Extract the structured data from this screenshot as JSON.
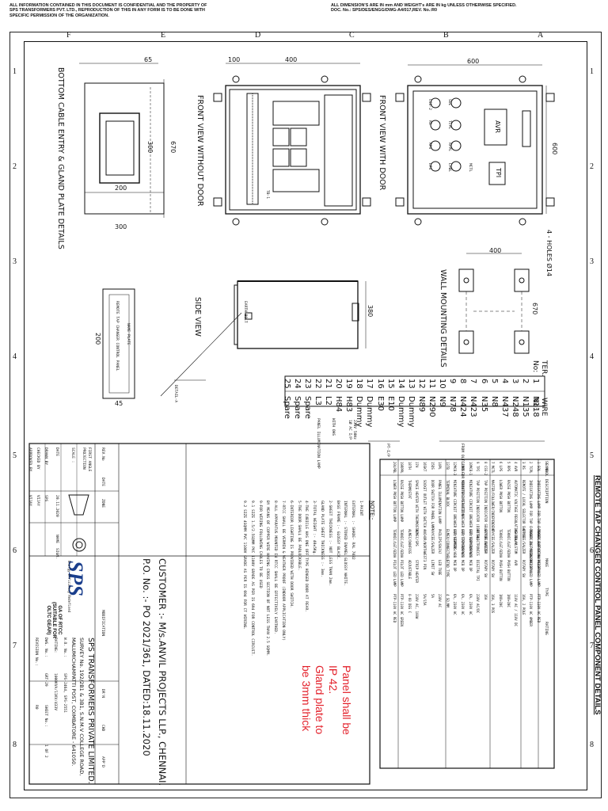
{
  "header": {
    "left": "ALL INFORMATION CONTAINED IN THIS DOCUMENT IS CONFIDENTIAL AND THE PROPERTY OF\nSPS TRANSFORMERS PVT. LTD., REPRODUCTION OF THIS IN ANY FORM IS TO BE DONE WITH\nSPECIFIC PERMISSION OF THE ORGANIZATION.",
    "right": "ALL DIMENSION'S ARE IN mm AND WEIGHT's ARE IN kg UNLESS OTHERWISE SPECIFIED.\nDOC. No.: SPS/DES/ENGG/DWG-A4/017,REV. No.:R0"
  },
  "zones": {
    "top": [
      "F",
      "E",
      "D",
      "C",
      "B",
      "A"
    ],
    "right": [
      "1",
      "2",
      "3",
      "4",
      "5",
      "6",
      "7",
      "8"
    ]
  },
  "views": {
    "gland": "BOTTOM CABLE ENTRY & GLAND PLATE DETAILS",
    "front_without_door": "FRONT VIEW WITHOUT DOOR",
    "front_with_door": "FRONT VIEW WITH DOOR",
    "side": "SIDE VIEW",
    "wall": "WALL MOUNTING DETAILS"
  },
  "dims": {
    "d65": "65",
    "d100": "100",
    "d400a": "400",
    "d600a": "600",
    "d670a": "670",
    "d300a": "300",
    "d200a": "200",
    "d300b": "300",
    "d600b": "600",
    "d400b": "400",
    "d670b": "670",
    "d200b": "200",
    "d45": "45",
    "d380": "380",
    "holes": "4 - HOLES Ø14"
  },
  "door_labels": {
    "css2": "CSS-2",
    "sol": "SOL",
    "tcpl": "TCPL",
    "rs": "RS",
    "rppl": "RPPL",
    "rps": "RPS",
    "lps": "LPS",
    "lpbl": "LPBL",
    "mctl": "MCTL",
    "avr": "AVR",
    "tpi": "TPI"
  },
  "terminals": {
    "header_ter": "TER.\nNo:",
    "header_wire": "WIRE\nNo:",
    "rows": [
      {
        "ter": "1",
        "wire": "N118"
      },
      {
        "ter": "2",
        "wire": "N135"
      },
      {
        "ter": "3",
        "wire": "N248"
      },
      {
        "ter": "4",
        "wire": "N437"
      },
      {
        "ter": "5",
        "wire": "N8"
      },
      {
        "ter": "6",
        "wire": "N35"
      },
      {
        "ter": "7",
        "wire": "N423"
      },
      {
        "ter": "8",
        "wire": "N424"
      },
      {
        "ter": "9",
        "wire": "N78"
      },
      {
        "ter": "10",
        "wire": "N9"
      },
      {
        "ter": "11",
        "wire": "N290"
      },
      {
        "ter": "12",
        "wire": "N89"
      },
      {
        "ter": "13",
        "wire": "Dummy"
      },
      {
        "ter": "14",
        "wire": "Dummy"
      },
      {
        "ter": "15",
        "wire": "E10"
      },
      {
        "ter": "16",
        "wire": "E30"
      },
      {
        "ter": "17",
        "wire": "Dummy"
      },
      {
        "ter": "18",
        "wire": "Dummy"
      },
      {
        "ter": "19",
        "wire": "H83"
      },
      {
        "ter": "20",
        "wire": "H84"
      },
      {
        "ter": "21",
        "wire": "L2"
      },
      {
        "ter": "22",
        "wire": "L3"
      },
      {
        "ter": "23",
        "wire": "Spare"
      },
      {
        "ter": "24",
        "wire": "Spare"
      },
      {
        "ter": "25",
        "wire": "Spare"
      }
    ],
    "group_remote": "FROM OLTC/DM FOR REMOTE OPERATION",
    "group_pt": "PT-I/P",
    "group_supply": "230V 50Hz\n1Ø AC I/P",
    "group_heater": "WITH OHS",
    "group_lamp": "PANEL ILLUMINATION LAMP"
  },
  "component_table": {
    "title": "REMOTE TAP CHANGER CONTROL PANEL COMPONENT DETAILS",
    "col_headers": [
      "SL.No.",
      "SYMBOL",
      "DESCRIPTION",
      "MAKE",
      "TYPE",
      "RATING"
    ],
    "rows": [
      [
        "1",
        "SOL",
        "INDICATING LAMP FOR TAP CHANGER SUPPLY ON",
        "TEKNIC/L&T/BINA/VAISHNO",
        "PILOT LED LAMP",
        "PTP-110V AC RED"
      ],
      [
        "2",
        "TCPL",
        "INDICATING LAMP FOR TAP CHANGER IN PROGRESS",
        "TEKNIC/L&T/BINA/VAISHNO",
        "PILOT LED LAMP",
        "PTP-110V AC AMBER"
      ],
      [
        "3",
        "RS",
        "REMOTE / LOCAL SELECTOR SWITCH",
        "KAYCEE/SALZER",
        "ROTARY SW",
        "16A, 2 POLE"
      ],
      [
        "4",
        "AVR",
        "AUTOMATIC VOLTAGE REGULATING RELAY",
        "ASHIDA/ALSTOM",
        "AVR",
        "110V AC / 110V DC"
      ],
      [
        "5",
        "RPS",
        "RAISE PUSH BUTTON",
        "TEKNIC/L&T/BINA",
        "PUSH BUTTON",
        "1NO+1NC"
      ],
      [
        "6",
        "LPS",
        "LOWER PUSH BUTTON",
        "TEKNIC/L&T/BINA",
        "PUSH BUTTON",
        "1NO+1NC"
      ],
      [
        "7",
        "MCTL",
        "MASTER/FOLLOWER/INDEPENDENT",
        "KAYCEE/SALZER",
        "ROTARY SW",
        "16A, 3 POS"
      ],
      [
        "8",
        "CSS-2",
        "TAP POSITION INDICATOR SELECTOR SWITCH",
        "KAYCEE/SALZER",
        "ROTARY SW",
        "16A"
      ],
      [
        "9",
        "TPI",
        "TAP POSITION INDICATOR (DIGITAL)",
        "AM ELECTRONICS",
        "DIGITAL TPI",
        "230V AC/DC"
      ],
      [
        "10",
        "MCB-1",
        "MINIATURE CIRCUIT BREAKER FOR AVR SUPPLY",
        "L&T/SIEMENS/ABB",
        "MCB DP",
        "6A, 230V AC"
      ],
      [
        "11",
        "MCB-2",
        "MINIATURE CIRCUIT BREAKER FOR TPI SUPPLY",
        "L&T/SIEMENS/ABB",
        "MCB DP",
        "6A, 230V AC"
      ],
      [
        "12",
        "MCB-3",
        "MINIATURE CIRCUIT BREAKER FOR HEATER",
        "L&T/SIEMENS/ABB",
        "MCB DP",
        "6A, 230V AC"
      ],
      [
        "13",
        "TB",
        "TERMINAL BLOCK",
        "ELMEX/CONNECTWELL",
        "STUD TYPE",
        "4 SQ.MM"
      ],
      [
        "14",
        "PL",
        "PANEL ILLUMINATION LAMP",
        "PHILIPS/BAJAJ",
        "LED TUBE",
        "230V AC"
      ],
      [
        "15",
        "DS",
        "DOOR SWITCH FOR PANEL LAMP",
        "KAYCEE/SALZER",
        "LIMIT SW",
        "5A"
      ],
      [
        "16",
        "SKT",
        "SOCKET OUTLET WITH SWITCH",
        "ANCHOR/NORTHWEST",
        "3 PIN",
        "5A/15A"
      ],
      [
        "17",
        "H",
        "SPACE HEATER WITH THERMOSTAT",
        "ALMEC/SPS",
        "STRIP HEATER",
        "230V AC, 100W"
      ],
      [
        "18",
        "TH",
        "THERMOSTAT",
        "ALMEC/DANFOSS",
        "ADJUSTABLE",
        "0-60 DEG C"
      ],
      [
        "19",
        "RPPL",
        "RAISE PUSH BUTTON LAMP",
        "TEKNIC/L&T/BINA",
        "PILOT LED LAMP",
        "PTP-110V AC GREEN"
      ],
      [
        "20",
        "LPBL",
        "LOWER PUSH BUTTON LAMP",
        "TEKNIC/L&T/BINA",
        "PILOT LED LAMP",
        "PTP-110V AC RED"
      ]
    ]
  },
  "notes": {
    "title": "NOTE:-",
    "lines": [
      "1-PAINT",
      "  EXTERNAL :-   SHADE- RAL 7032",
      "  INTERNAL :-   STOVED ENAMEL GLOSSY WHITE.",
      "  BASE FRAME :- GLOSSY BLACK.",
      "2-SHEET THICKNESS :- NOT LESS THAN 2mm.",
      "  GLAND PLATE SHEET THICKNESS :- 3mm.",
      "3-TOTAL WEIGHT :- 40±5Kg.",
      "4-THE CUBICLE HAS ONE OFF TYPE HINGED DOOR AT REAR.",
      "5-THE DOOR SHALL BE PADLOCKABLE.",
      "6-INTERIOR LIGHTING IS PROVIDED WITH DOOR SWITCH.",
      "7-RTCC SHALL BE VERMIN & WEATHER PROOF (INDOOR APPLICATION ONLY)",
      "8-ALL APPARATUS MOUNTED IN RTCC SHALL BE EFFECTIVELY EARTHED.",
      "  BY MEANS OF COPPER WIRE HAVING CROSS SECTION OF NOT LESS THAN 2.5 SQMM.",
      "9-FOR WIRING FOLLOWING CABLES TO BE USED",
      "  9.1 SIZE 1.5/2.5SQMM PVC 1100V GRADE AS PER IS 694 FOR CONTROL CIRCUIT.",
      "  9.2 SIZE 4SQMM PVC 1100V GRADE AS PER IS 694 FOR CT WIRING."
    ]
  },
  "red_note": "Panel shall be\nIP 42.\nGland plate to\nbe 3mm thick",
  "customer": {
    "customer": "CUSTOMER :- M/s.ANVIL PROJECTS LLP., CHENNAI.",
    "po": "P.O. No.    :- PO 2021/361, DATED:18.11.2020"
  },
  "title_block": {
    "rev_no_hdr": "REV.No",
    "date_hdr": "DATE",
    "zone_hdr": "ZONE",
    "mod_hdr": "MODIFICATION",
    "drn_hdr": "DR'N",
    "chd_hdr": "CHD",
    "appd_hdr": "APP'D",
    "projection": "FIRST ANGLE\nPROJECTION",
    "scale_lbl": "SCALE :",
    "scale_val": "",
    "date_lbl": "DATE",
    "date_val": "20.11.2020",
    "drawn_lbl": "DRAWN BY",
    "drawn_val": "SPS",
    "checked_lbl": "CHECKED BY",
    "checked_val": "VIJAY",
    "approved_lbl": "APPROVED BY",
    "approved_val": "VIJAY",
    "name_hdr": "NAME",
    "sign_hdr": "SIGN.",
    "company": "SPS TRANSFORMERS PRIVATE LIMITED.",
    "address1": "SURVEY No. 192/2B1 & 3B1, S.N.M.V COLLEGE ROAD,",
    "address2": "MALUMICHAMPATTI POST, COIMBATORE - 641050.",
    "title_short": "GA OF RTCC\n(SUITABLE FOR\nOLTC GEAR)",
    "wo_lbl": "W.O. No.:",
    "wo_val": "SPS-2464, SPS-2551",
    "rating_lbl": "RATING:",
    "rating_val": "1000KVA/11KV/433V",
    "dwg_lbl": "DWG. No.:",
    "dwg_val": "GRT-29",
    "sheet_lbl": "SHEET No.:",
    "sheet_val": "1 OF 2",
    "revno_lbl": "REVISION No.:",
    "revno_val": "R0",
    "logo_text": "SPS",
    "logo_tag": "Energy Efficiency Redefined"
  },
  "side_labels": {
    "earth": "EARTH BOLT",
    "nameplate": "REMOTE TAP CHANGER CONTROL PANEL",
    "nameplate_note": "NAME PLATE",
    "tb": "TB-1",
    "detail": "DETAIL-A"
  }
}
